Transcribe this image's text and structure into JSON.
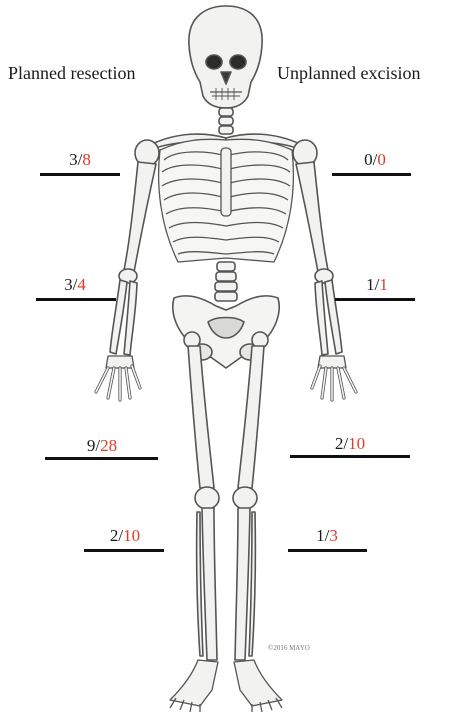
{
  "headings": {
    "left": "Planned resection",
    "right": "Unplanned excision"
  },
  "ratios": {
    "left_shoulder": {
      "numerator": "3",
      "denominator": "8"
    },
    "left_forearm": {
      "numerator": "3",
      "denominator": "4"
    },
    "left_thigh": {
      "numerator": "9",
      "denominator": "28"
    },
    "left_leg": {
      "numerator": "2",
      "denominator": "10"
    },
    "right_shoulder": {
      "numerator": "0",
      "denominator": "0"
    },
    "right_forearm": {
      "numerator": "1",
      "denominator": "1"
    },
    "right_thigh": {
      "numerator": "2",
      "denominator": "10"
    },
    "right_leg": {
      "numerator": "1",
      "denominator": "3"
    }
  },
  "separator": "/",
  "watermark": "©2016 MAYO",
  "colors": {
    "denominator": "#e03a2a",
    "numerator": "#1a1a1a",
    "bone_fill": "#f2f2f0",
    "bone_stroke": "#555555"
  }
}
